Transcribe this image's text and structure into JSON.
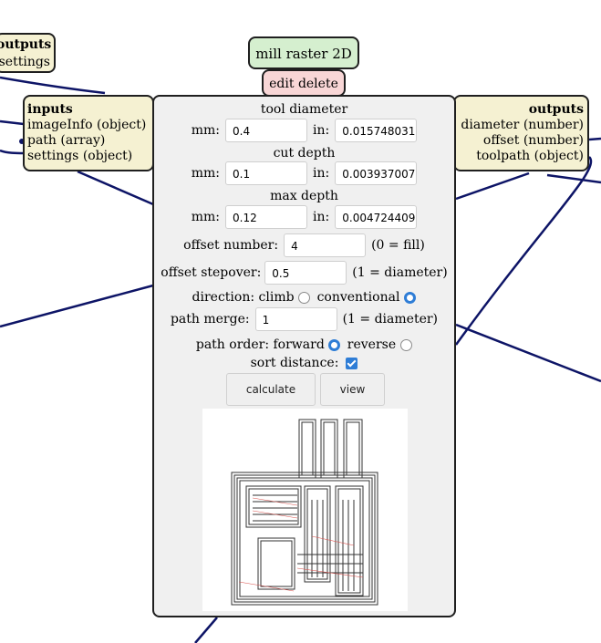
{
  "node": {
    "title": "mill raster 2D",
    "edit_label": "edit",
    "delete_label": "delete"
  },
  "outputs_left": {
    "title": "outputs",
    "items": [
      "settings"
    ]
  },
  "inputs": {
    "title": "inputs",
    "items": [
      "imageInfo (object)",
      "path (array)",
      "settings (object)"
    ]
  },
  "outputs_right": {
    "title": "outputs",
    "items": [
      "diameter (number)",
      "offset (number)",
      "toolpath (object)"
    ]
  },
  "form": {
    "tool_diameter": {
      "label": "tool diameter",
      "mm_label": "mm:",
      "mm": "0.4",
      "in_label": "in:",
      "in": "0.015748031"
    },
    "cut_depth": {
      "label": "cut depth",
      "mm_label": "mm:",
      "mm": "0.1",
      "in_label": "in:",
      "in": "0.003937007"
    },
    "max_depth": {
      "label": "max depth",
      "mm_label": "mm:",
      "mm": "0.12",
      "in_label": "in:",
      "in": "0.004724409"
    },
    "offset_number": {
      "label": "offset number:",
      "value": "4",
      "hint": "(0 = fill)"
    },
    "offset_stepover": {
      "label": "offset stepover:",
      "value": "0.5",
      "hint": "(1 = diameter)"
    },
    "direction": {
      "label": "direction: climb",
      "alt_label": "conventional",
      "selected": "conventional"
    },
    "path_merge": {
      "label": "path merge:",
      "value": "1",
      "hint": "(1 = diameter)"
    },
    "path_order": {
      "label": "path order: forward",
      "alt_label": "reverse",
      "selected": "forward"
    },
    "sort_distance": {
      "label": "sort distance:",
      "checked": true
    },
    "calculate_label": "calculate",
    "view_label": "view"
  },
  "colors": {
    "wire": "#0d1466",
    "title_bg": "#d5efcf",
    "edit_bg": "#f8d6d6",
    "io_bg": "#f5f1d2",
    "panel_bg": "#f0f0f0",
    "accent": "#2e7dd6",
    "toolpath_trace": "#d9534f"
  }
}
